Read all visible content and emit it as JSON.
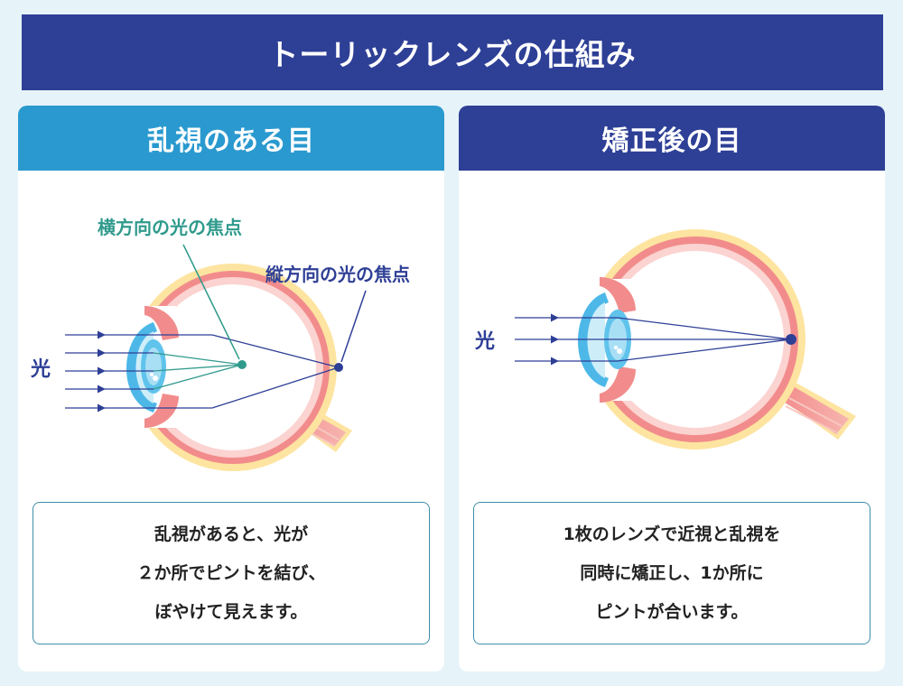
{
  "title": "トーリックレンズの仕組み",
  "left_panel": {
    "header": "乱視のある目",
    "light_label": "光",
    "label_horizontal_focus": "横方向の光の焦点",
    "label_vertical_focus": "縦方向の光の焦点",
    "caption_lines": [
      "乱視があると、光が",
      "２か所でピントを結び、",
      "ぼやけて見えます。"
    ]
  },
  "right_panel": {
    "header": "矯正後の目",
    "light_label": "光",
    "caption_lines": [
      "1枚のレンズで近視と乱視を",
      "同時に矯正し、1か所に",
      "ピントが合います。"
    ]
  },
  "colors": {
    "title_bg": "#2e3f96",
    "left_header_bg": "#2a99cf",
    "right_header_bg": "#2e3f96",
    "horizontal_focus": "#2f9a8c",
    "vertical_focus": "#2e3f96",
    "sclera": "#fde4a0",
    "retina": "#f28c8c",
    "cornea": "#4db8e8"
  }
}
